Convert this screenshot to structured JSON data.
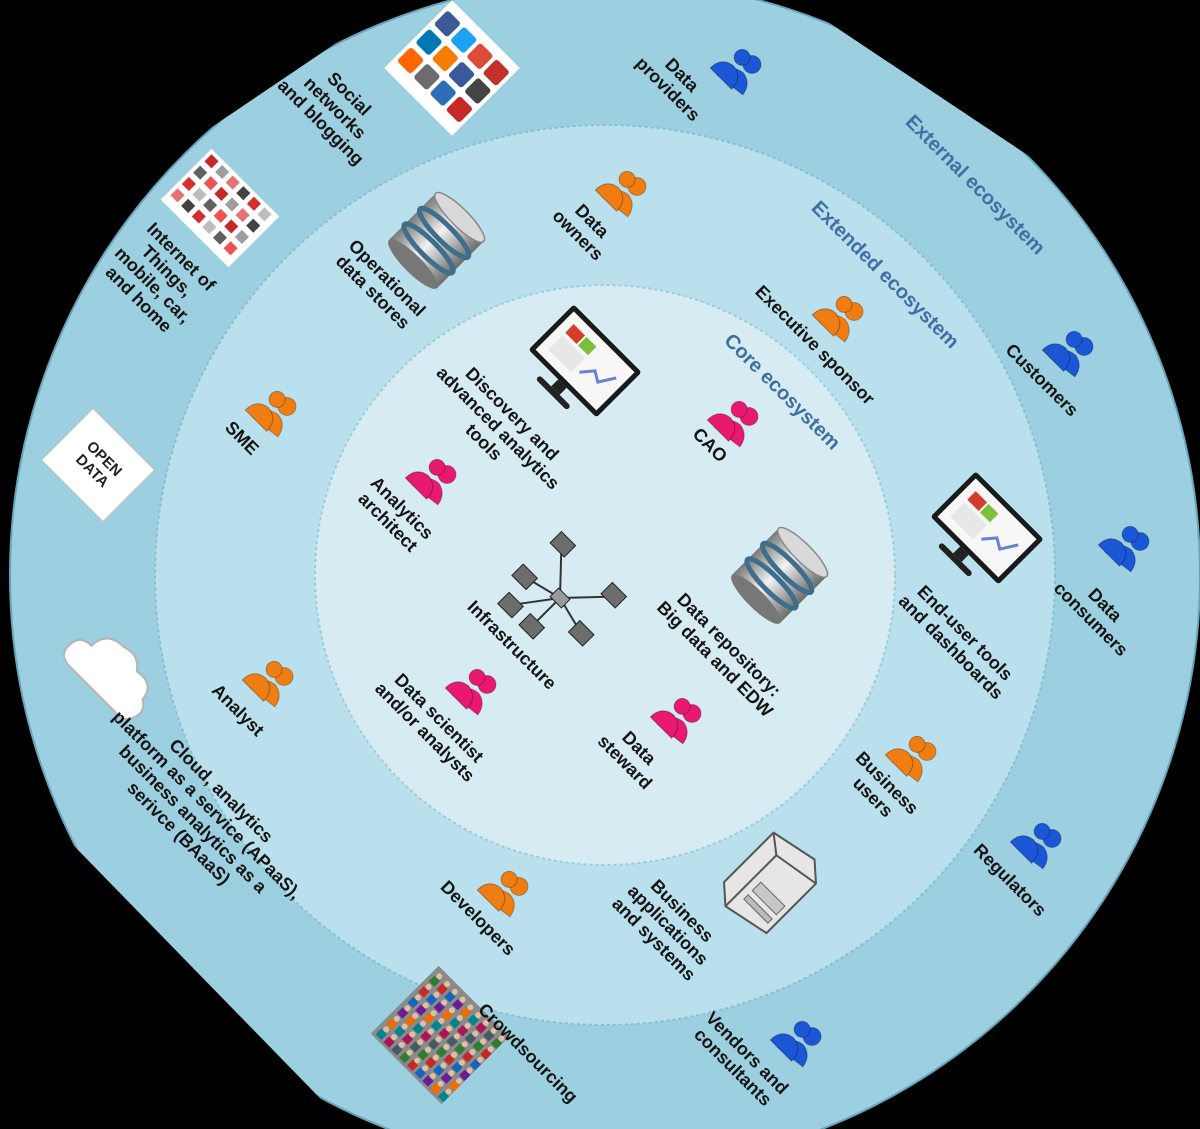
{
  "rings": {
    "external": "External ecosystem",
    "extended": "Extended ecosystem",
    "core": "Core ecosystem"
  },
  "external": {
    "data_providers": [
      "Data",
      "providers"
    ],
    "customers": "Customers",
    "data_consumers": [
      "Data",
      "consumers"
    ],
    "regulators": "Regulators",
    "vendors": [
      "Vendors and",
      "consultants"
    ],
    "crowdsourcing": "Crowdsourcing",
    "cloud": [
      "Cloud, analytics",
      "platform as a service (APaaS),",
      "business analytics as a",
      "serivce (BAaaS)"
    ],
    "iot": [
      "Internet of",
      "Things,",
      "mobile, car,",
      "and home"
    ],
    "social": [
      "Social",
      "networks",
      "and blogging"
    ],
    "open_data_logo": [
      "OPEN",
      "DATA"
    ]
  },
  "extended": {
    "data_owners": [
      "Data",
      "owners"
    ],
    "executive_sponsor": "Executive sponsor",
    "end_user_tools": [
      "End-user tools",
      "and dashboards"
    ],
    "business_users": [
      "Business",
      "users"
    ],
    "business_apps": [
      "Business",
      "applications",
      "and systems"
    ],
    "developers": "Developers",
    "analyst": "Analyst",
    "sme": "SME",
    "operational_data_stores": [
      "Operational",
      "data stores"
    ]
  },
  "core": {
    "discovery_tools": [
      "Discovery and",
      "advanced analytics",
      "tools"
    ],
    "cao": "CAO",
    "analytics_architect": [
      "Analytics",
      "architect"
    ],
    "infrastructure": "Infrastructure",
    "data_repository": [
      "Data repository:",
      "Big data and EDW"
    ],
    "data_scientist": [
      "Data scientist",
      "and/or analysts"
    ],
    "data_steward": [
      "Data",
      "steward"
    ]
  },
  "colors": {
    "external_ring": "#9ccfe0",
    "extended_ring": "#b9e0ec",
    "core_ring": "#d6ecf2",
    "external_people": "#1b56d6",
    "extended_people": "#f07d12",
    "core_people": "#e8196e",
    "ring_title": "#3f6fa3"
  },
  "icons": [
    "person-icon",
    "database-icon",
    "monitor-icon",
    "network-icon",
    "server-icon",
    "cloud-icon",
    "social-media-icon",
    "iot-collage-icon",
    "crowd-icon",
    "open-data-logo"
  ]
}
